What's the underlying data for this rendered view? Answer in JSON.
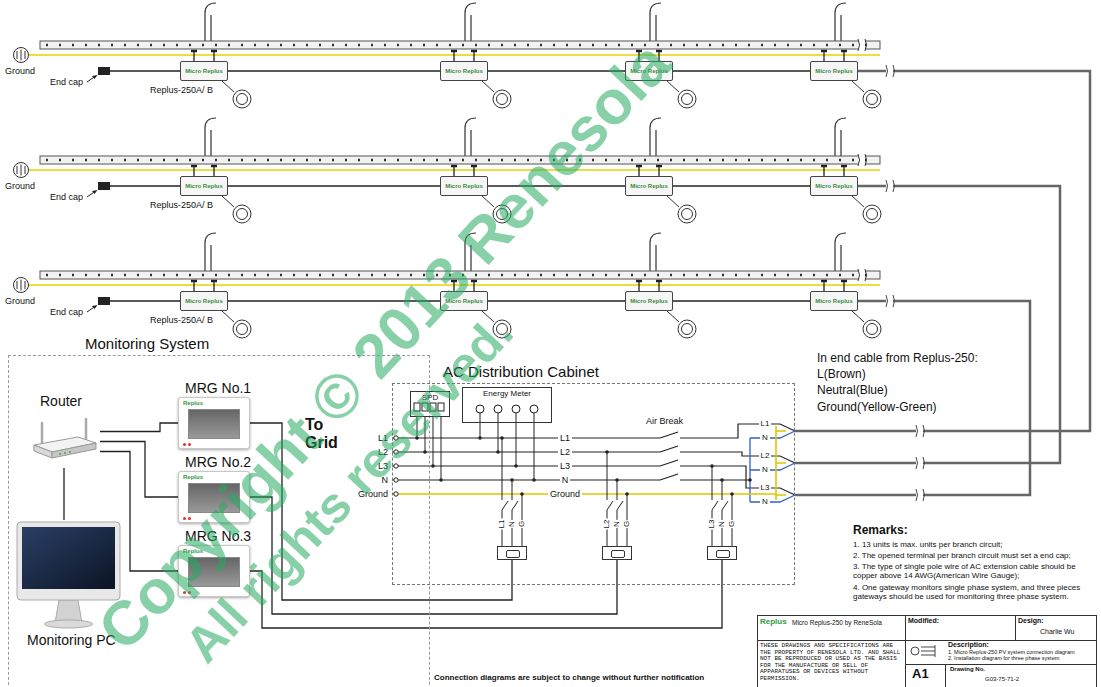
{
  "diagram": {
    "nodes": [
      {
        "text": [
          "Micro Replus"
        ]
      },
      {
        "text": [
          "Micro Replus"
        ]
      },
      {
        "text": [
          "Micro Replus"
        ]
      },
      {
        "text": [
          "Micro Replus"
        ]
      },
      {
        "text": [
          "Micro Replus"
        ]
      },
      {
        "text": [
          "Micro Replus"
        ]
      },
      {
        "text": [
          "Micro Replus"
        ]
      },
      {
        "text": [
          "Micro Replus"
        ]
      },
      {
        "text": [
          "Micro Replus"
        ]
      },
      {
        "text": [
          "Micro Replus"
        ]
      },
      {
        "text": [
          "Micro Replus"
        ]
      },
      {
        "text": [
          "Micro Replus"
        ]
      },
      {
        "text": [
          "Monitoring System"
        ]
      },
      {
        "text": [
          "Router"
        ],
        "in": 12
      },
      {
        "text": [
          "MRG No.1",
          "Replus"
        ],
        "in": 12
      },
      {
        "text": [
          "MRG No.2",
          "Replus"
        ],
        "in": 12
      },
      {
        "text": [
          "MRG No.3",
          "Replus"
        ],
        "in": 12
      },
      {
        "text": [
          "Monitoring PC"
        ],
        "in": 12
      },
      {
        "text": [
          "AC Distribution Cabinet"
        ]
      },
      {
        "text": [
          "SPD"
        ],
        "in": 18
      },
      {
        "text": [
          "Energy Meter"
        ],
        "in": 18
      },
      {
        "text": [
          "L1",
          "N",
          "G"
        ],
        "in": 18
      },
      {
        "text": [
          "L2",
          "N",
          "G"
        ],
        "in": 18
      },
      {
        "text": [
          "L3",
          "N",
          "G"
        ],
        "in": 18
      }
    ],
    "edges": [
      {
        "from": 0,
        "to": 1,
        "arrow": "none"
      },
      {
        "from": 1,
        "to": 2,
        "arrow": "none"
      },
      {
        "from": 2,
        "to": 3,
        "arrow": "none"
      },
      {
        "from": 4,
        "to": 5,
        "arrow": "none"
      },
      {
        "from": 5,
        "to": 6,
        "arrow": "none"
      },
      {
        "from": 6,
        "to": 7,
        "arrow": "none"
      },
      {
        "from": 8,
        "to": 9,
        "arrow": "none"
      },
      {
        "from": 9,
        "to": 10,
        "arrow": "none"
      },
      {
        "from": 10,
        "to": 11,
        "arrow": "none"
      },
      {
        "from": 3,
        "to": 18,
        "arrow": "none"
      },
      {
        "from": 7,
        "to": 18,
        "arrow": "none"
      },
      {
        "from": 11,
        "to": 18,
        "arrow": "none"
      },
      {
        "from": 13,
        "to": 14,
        "arrow": "none"
      },
      {
        "from": 13,
        "to": 15,
        "arrow": "none"
      },
      {
        "from": 13,
        "to": 16,
        "arrow": "none"
      },
      {
        "from": 13,
        "to": 17,
        "arrow": "none"
      },
      {
        "from": 14,
        "to": 21,
        "arrow": "none"
      },
      {
        "from": 15,
        "to": 22,
        "arrow": "none"
      },
      {
        "from": 16,
        "to": 23,
        "arrow": "none"
      }
    ],
    "labels": [
      "Ground",
      "End cap",
      "Replus-250A/ B",
      "Ground",
      "End cap",
      "Replus-250A/ B",
      "Ground",
      "End cap",
      "Replus-250A/ B",
      "To Grid",
      "L1",
      "L2",
      "L3",
      "N",
      "Ground",
      "L1",
      "L2",
      "L3",
      "N",
      "Ground",
      "Air Break",
      "L1",
      "N",
      "L2",
      "N",
      "L3",
      "N",
      "In end cable from Replus-250:",
      "L(Brown)",
      "Neutral(Blue)",
      "Ground(Yellow-Green)",
      "Remarks:",
      "1. 13 units is max. units per branch circuit;",
      "2. The opened terminal per branch circuit must set a end cap;",
      "3. The type of single pole wire of AC extension cable should be copper above 14 AWG(American Wire Gauge);",
      "4. One gateway monitors single phase system, and three pieces gateways should be used for monitoring three phase system.",
      "Replus",
      "Micro Replus-250 by ReneSola",
      "Modified:",
      "Design:",
      "Charlie Wu",
      "THESE DRAWINGS AND SPECIFICATIONS ARE THE PROPERTY OF RENESOLA LTD. AND SHALL NOT BE REPRODUCED OR USED AS THE BASIS FOR THE MANUFACTURE OR SELL OF APPARATUSES OR DEVICES WITHOUT PERMISSION.",
      "Description:",
      "1. Micro Replus-250 PV system connection diagram",
      "2. Installation diagram for three phase system",
      "A1",
      "Drawing No.",
      "G03-75-71-2",
      "Connection diagrams are subject to change without further notification",
      "Copyright © 2013 Renesola",
      "All rights reserved."
    ]
  }
}
